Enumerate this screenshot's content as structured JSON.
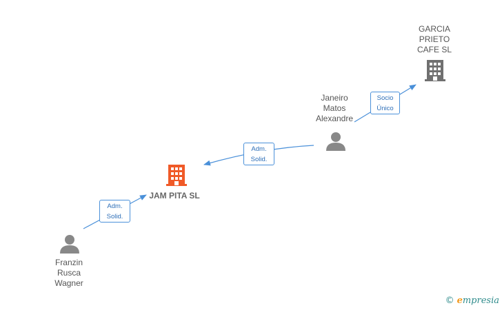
{
  "nodes": {
    "garcia": {
      "label": "GARCIA\nPRIETO\nCAFE  SL",
      "icon": "building-icon",
      "color": "#707070"
    },
    "janeiro": {
      "label": "Janeiro\nMatos\nAlexandre",
      "icon": "person-icon",
      "color": "#888888"
    },
    "jampita": {
      "label": "JAM PITA  SL",
      "icon": "building-icon",
      "color": "#f05a28"
    },
    "franzin": {
      "label": "Franzin\nRusca\nWagner",
      "icon": "person-icon",
      "color": "#888888"
    }
  },
  "edges": {
    "janeiro_garcia": "Socio\nÚnico",
    "janeiro_jampita": "Adm.\nSolid.",
    "franzin_jampita": "Adm.\nSolid."
  },
  "watermark": {
    "copyright": "©",
    "brand_e": "e",
    "brand_rest": "mpresia"
  },
  "colors": {
    "edge": "#4a90d9",
    "label_border": "#4a90d9"
  }
}
